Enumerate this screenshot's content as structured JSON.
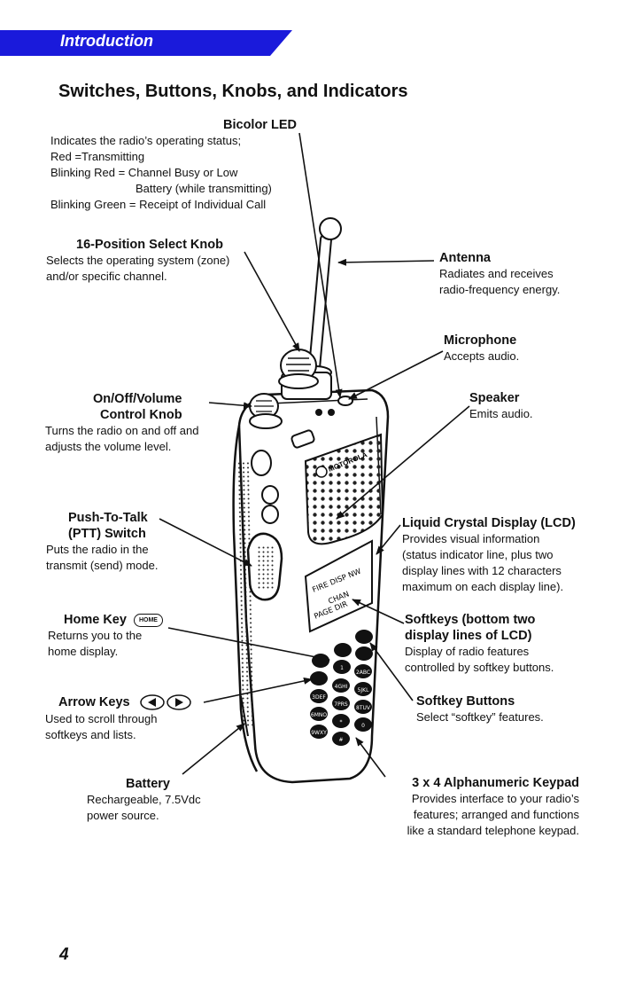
{
  "header": {
    "section": "Introduction",
    "color": "#1a1adb"
  },
  "page_title": "Switches, Buttons, Knobs, and Indicators",
  "page_number": "4",
  "callouts": {
    "led": {
      "title": "Bicolor LED",
      "lines": [
        "Indicates the radio’s operating status;",
        "Red =Transmitting",
        "Blinking Red = Channel Busy or Low",
        "Battery (while transmitting)",
        "Blinking Green = Receipt of Individual Call"
      ]
    },
    "select_knob": {
      "title": "16-Position Select Knob",
      "lines": [
        "Selects the operating system (zone)",
        "and/or specific channel."
      ]
    },
    "antenna": {
      "title": "Antenna",
      "lines": [
        "Radiates and receives",
        "radio-frequency energy."
      ]
    },
    "microphone": {
      "title": "Microphone",
      "lines": [
        "Accepts audio."
      ]
    },
    "volume": {
      "title1": "On/Off/Volume",
      "title2": "Control Knob",
      "lines": [
        "Turns the radio on and off and",
        "adjusts the volume level."
      ]
    },
    "speaker": {
      "title": "Speaker",
      "lines": [
        "Emits audio."
      ]
    },
    "ptt": {
      "title1": "Push-To-Talk",
      "title2": "(PTT) Switch",
      "lines": [
        "Puts the radio in the",
        "transmit (send) mode."
      ]
    },
    "lcd": {
      "title": "Liquid Crystal Display (LCD)",
      "lines": [
        "Provides visual information",
        "(status indicator line, plus two",
        "display lines with 12 characters",
        "maximum on each display line)."
      ]
    },
    "home": {
      "title": "Home Key",
      "icon_label": "HOME",
      "lines": [
        "Returns you to the",
        "home display."
      ]
    },
    "softkeys": {
      "title1": "Softkeys (bottom two",
      "title2": "display lines of LCD)",
      "lines": [
        "Display of radio features",
        "controlled by softkey buttons."
      ]
    },
    "arrow": {
      "title": "Arrow Keys",
      "lines": [
        "Used to scroll through",
        "softkeys and lists."
      ]
    },
    "softkey_buttons": {
      "title": "Softkey Buttons",
      "lines": [
        "Select “softkey” features."
      ]
    },
    "battery": {
      "title": "Battery",
      "lines": [
        "Rechargeable, 7.5Vdc",
        "power source."
      ]
    },
    "keypad": {
      "title": "3 x 4 Alphanumeric Keypad",
      "lines": [
        "Provides interface to your radio’s",
        "features; arranged and functions",
        "like a standard telephone keypad."
      ]
    }
  },
  "radio": {
    "brand": "MOTOROLA",
    "lcd_lines": [
      "FIRE DISP NW",
      "CHAN",
      "PAGE     DIR"
    ],
    "keys": [
      "1",
      "2ABC",
      "3DEF",
      "4GHI",
      "5JKL",
      "6MNO",
      "7PRS",
      "8TUV",
      "9WXY",
      "*",
      "0",
      "#"
    ]
  }
}
